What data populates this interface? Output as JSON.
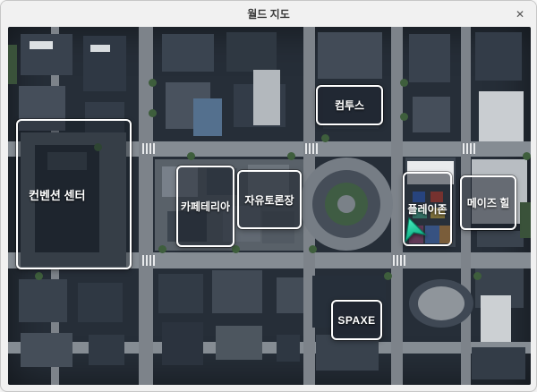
{
  "window": {
    "title": "월드 지도",
    "close_glyph": "✕"
  },
  "map": {
    "locations": [
      {
        "id": "com2us",
        "label": "컴투스"
      },
      {
        "id": "convention-center",
        "label": "컨벤션 센터"
      },
      {
        "id": "cafeteria",
        "label": "카페테리아"
      },
      {
        "id": "free-discussion",
        "label": "자유토론장"
      },
      {
        "id": "play-zone",
        "label": "플레이존"
      },
      {
        "id": "maze-hill",
        "label": "메이즈 힐"
      },
      {
        "id": "spaxe",
        "label": "SPAXE"
      }
    ],
    "marker": {
      "description": "player-position-arrow",
      "color": "#2fd9a6"
    }
  },
  "colors": {
    "map_background": "#262e38",
    "road": "#8f959b",
    "label_border": "#ffffff",
    "marker_accent": "#2fd9a6"
  }
}
